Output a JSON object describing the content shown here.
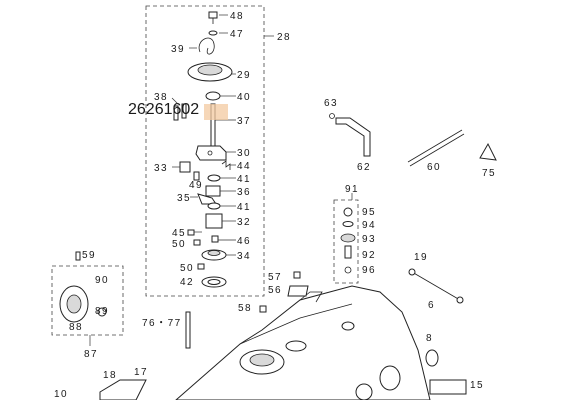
{
  "callouts": {
    "c48": "48",
    "c47": "47",
    "c28": "28",
    "c39": "39",
    "c29": "29",
    "c40": "40",
    "c38": "38",
    "c37": "37",
    "c30": "30",
    "c44": "44",
    "c33": "33",
    "c41a": "41",
    "c49": "49",
    "c36": "36",
    "c35": "35",
    "c41b": "41",
    "c32": "32",
    "c45": "45",
    "c46": "46",
    "c50a": "50",
    "c34": "34",
    "c50b": "50",
    "c42": "42",
    "c63": "63",
    "c62": "62",
    "c60": "60",
    "c75": "75",
    "c91": "91",
    "c95": "95",
    "c94": "94",
    "c93": "93",
    "c92": "92",
    "c96": "96",
    "c19": "19",
    "c6": "6",
    "c59": "59",
    "c90": "90",
    "c89": "89",
    "c88": "88",
    "c87": "87",
    "c57": "57",
    "c56": "56",
    "c58": "58",
    "c7677": "76・77",
    "c8": "8",
    "c18": "18",
    "c17": "17",
    "c10": "10",
    "c15": "15"
  },
  "overlay_label": "26261602"
}
